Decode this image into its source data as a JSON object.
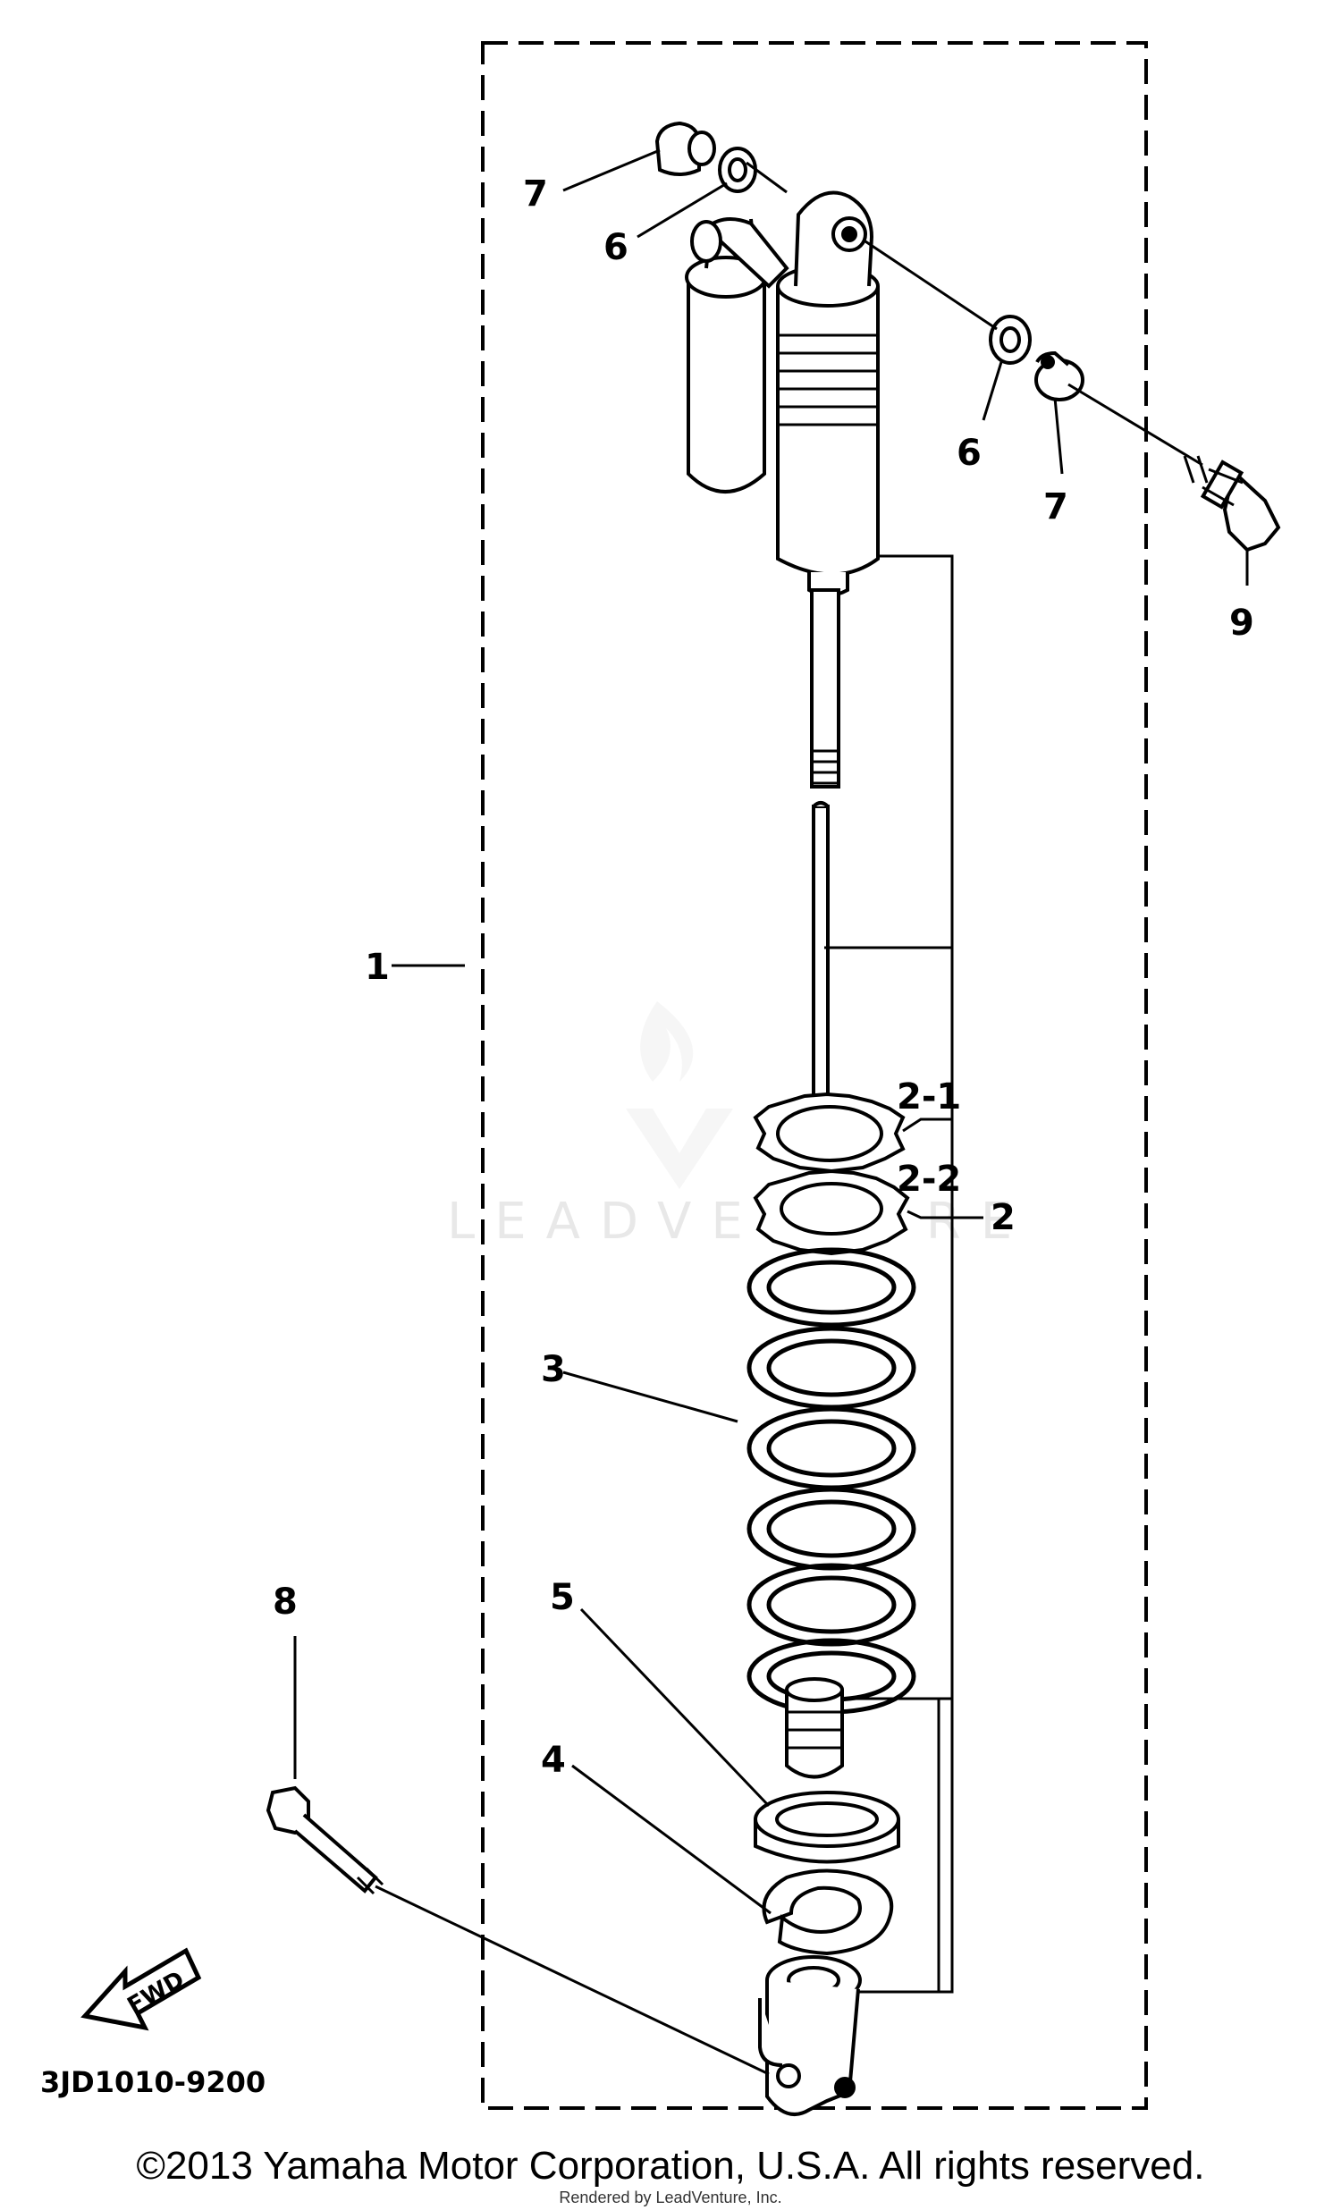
{
  "callouts": {
    "c1": "1",
    "c2": "2",
    "c2_1": "2-1",
    "c2_2": "2-2",
    "c3": "3",
    "c4": "4",
    "c5": "5",
    "c6a": "6",
    "c6b": "6",
    "c7a": "7",
    "c7b": "7",
    "c8": "8",
    "c9": "9"
  },
  "fwd_label": "FWD",
  "diagram_code": "3JD1010-9200",
  "watermark": "LEADVENTURE",
  "copyright": "©2013 Yamaha Motor Corporation, U.S.A. All rights reserved.",
  "rendered_by": "Rendered by LeadVenture, Inc."
}
